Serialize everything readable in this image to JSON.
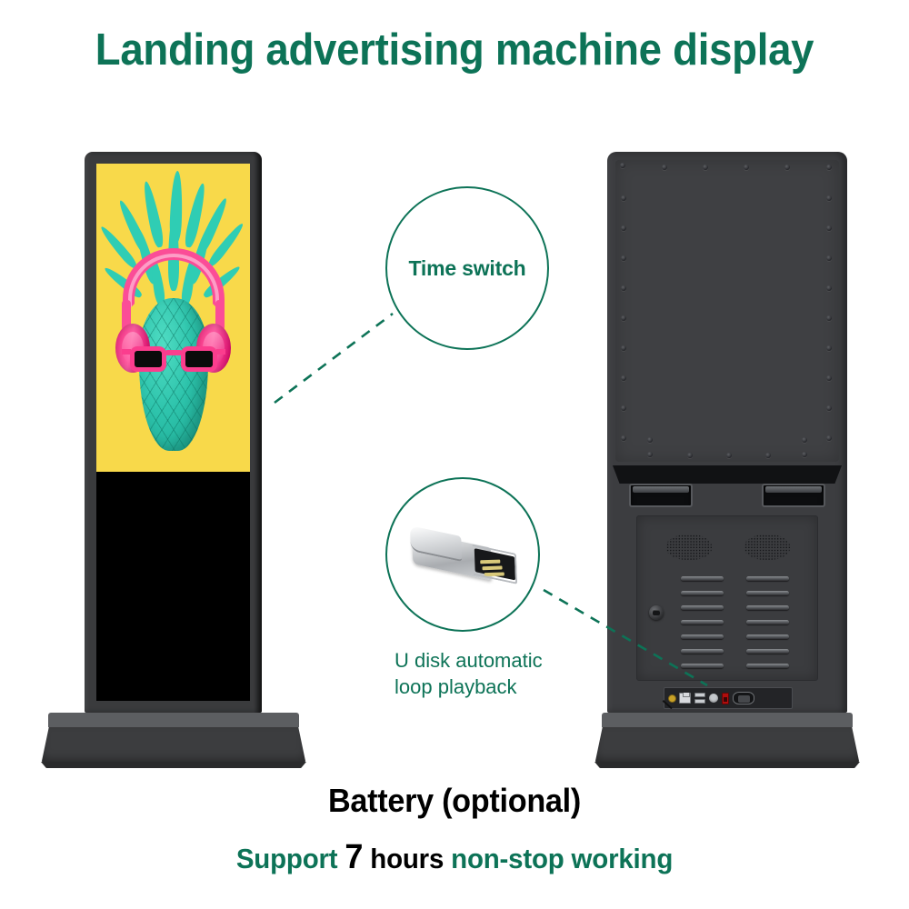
{
  "page": {
    "title": "Landing advertising machine display",
    "background_color": "#ffffff",
    "accent_color": "#0d7357"
  },
  "callouts": [
    {
      "id": "time-switch",
      "label": "Time switch",
      "icon": "none",
      "points_to": "front-display-screen"
    },
    {
      "id": "u-disk",
      "label_line1": "U disk automatic",
      "label_line2": "loop playback",
      "icon": "usb-flash-drive",
      "points_to": "rear-usb-ports"
    }
  ],
  "products": {
    "front_unit": {
      "name": "front-view-kiosk",
      "screen_content": "pineapple-with-headphones-and-sunglasses",
      "screen_background_color": "#f8d94a",
      "lower_screen_color": "#000000",
      "body_color": "#3a3b3d"
    },
    "rear_unit": {
      "name": "rear-view-kiosk",
      "body_color": "#3c3d40",
      "ports": [
        "antenna-connector",
        "ethernet-rj45-port",
        "usb-port-upper",
        "usb-port-lower",
        "round-connector",
        "power-rocker-switch",
        "iec-power-inlet"
      ],
      "features": [
        "speaker-grille-left",
        "speaker-grille-right",
        "ventilation-slots",
        "service-panel-lock",
        "handle-slot-left",
        "handle-slot-right"
      ],
      "vent_slot_count": 7
    }
  },
  "footer": {
    "battery_line": "Battery (optional)",
    "support_prefix": "Support ",
    "support_hours": "7",
    "support_unit": " hours ",
    "support_suffix": "non-stop working"
  }
}
